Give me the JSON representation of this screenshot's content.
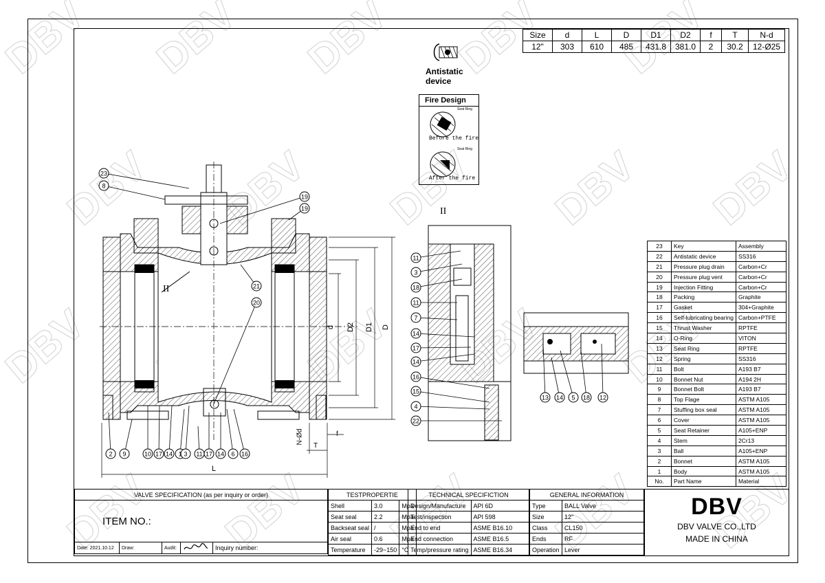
{
  "size_table": {
    "headers": [
      "Size",
      "d",
      "L",
      "D",
      "D1",
      "D2",
      "f",
      "T",
      "N-d"
    ],
    "values": [
      "12\"",
      "303",
      "610",
      "485",
      "431.8",
      "381.0",
      "2",
      "30.2",
      "12-Ø25"
    ]
  },
  "antistatic": {
    "label_line1": "Antistatic",
    "label_line2": "device"
  },
  "fire_design": {
    "title": "Fire Design",
    "seat_ring": "Seat Ring",
    "before": "Before the fire",
    "after": "After the fire"
  },
  "section_mark": "II",
  "dims": {
    "d": "d",
    "D2": "D2",
    "D1": "D1",
    "D": "D",
    "L": "L",
    "f": "f",
    "T": "T",
    "Nd": "N-Ød"
  },
  "bom": [
    {
      "no": "23",
      "name": "Key",
      "material": "Assembly"
    },
    {
      "no": "22",
      "name": "Antistatic device",
      "material": "SS316"
    },
    {
      "no": "21",
      "name": "Pressure plug drain",
      "material": "Carbon+Cr"
    },
    {
      "no": "20",
      "name": "Pressure plug vent",
      "material": "Carbon+Cr"
    },
    {
      "no": "19",
      "name": "Injection Fitting",
      "material": "Carbon+Cr"
    },
    {
      "no": "18",
      "name": "Packing",
      "material": "Graphite"
    },
    {
      "no": "17",
      "name": "Gasket",
      "material": "304+Graphite"
    },
    {
      "no": "16",
      "name": "Self-lubricating bearing",
      "material": "Carbon+PTFE"
    },
    {
      "no": "15",
      "name": "Thrust Washer",
      "material": "RPTFE"
    },
    {
      "no": "14",
      "name": "O-Ring",
      "material": "VITON"
    },
    {
      "no": "13",
      "name": "Seat Ring",
      "material": "RPTFE"
    },
    {
      "no": "12",
      "name": "Spring",
      "material": "SS316"
    },
    {
      "no": "11",
      "name": "Bolt",
      "material": "A193 B7"
    },
    {
      "no": "10",
      "name": "Bonnet Nut",
      "material": "A194 2H"
    },
    {
      "no": "9",
      "name": "Bonnet Bolt",
      "material": "A193 B7"
    },
    {
      "no": "8",
      "name": "Top Flage",
      "material": "ASTM A105"
    },
    {
      "no": "7",
      "name": "Stuffing box seal",
      "material": "ASTM A105"
    },
    {
      "no": "6",
      "name": "Cover",
      "material": "ASTM A105"
    },
    {
      "no": "5",
      "name": "Seat Retainer",
      "material": "A105+ENP"
    },
    {
      "no": "4",
      "name": "Stem",
      "material": "2Cr13"
    },
    {
      "no": "3",
      "name": "Ball",
      "material": "A105+ENP"
    },
    {
      "no": "2",
      "name": "Bonnet",
      "material": "ASTM A105"
    },
    {
      "no": "1",
      "name": "Body",
      "material": "ASTM A105"
    },
    {
      "no": "No.",
      "name": "Part Name",
      "material": "Material"
    }
  ],
  "title_block": {
    "valve_spec": "VALVE SPECIFICATION (as per inquiry or order)",
    "item_no": "ITEM NO.:",
    "date": "Date: 2021.10.12",
    "draw": "Draw:",
    "audit": "Audit:",
    "inquiry": "Inquiry number:",
    "test_header": "TESTPROPERTIE",
    "test_rows": [
      {
        "k": "Shell",
        "v": "3.0",
        "u": "Mpa"
      },
      {
        "k": "Seat seal",
        "v": "2.2",
        "u": "Mpa"
      },
      {
        "k": "Backseat seal",
        "v": "/",
        "u": "Mpa"
      },
      {
        "k": "Air seal",
        "v": "0.6",
        "u": "Mpa"
      },
      {
        "k": "Temperature",
        "v": "-29~150",
        "u": "°C"
      }
    ],
    "tech_header": "TECHNICAL SPECIFICTION",
    "tech_rows": [
      {
        "k": "Design/Manufacture",
        "v": "API 6D"
      },
      {
        "k": "Test/inspection",
        "v": "API 598"
      },
      {
        "k": "End to end",
        "v": "ASME B16.10"
      },
      {
        "k": "End connection",
        "v": "ASME B16.5"
      },
      {
        "k": "Temp/pressure rating",
        "v": "ASME B16.34"
      }
    ],
    "gen_header": "GENERAL INFORMATION",
    "gen_rows": [
      {
        "k": "Type",
        "v": "BALL Valve"
      },
      {
        "k": "Size",
        "v": "12''"
      },
      {
        "k": "Class",
        "v": "CL150"
      },
      {
        "k": "Ends",
        "v": "RF"
      },
      {
        "k": "Operation",
        "v": "Lever"
      }
    ],
    "logo": "DBV",
    "company": "DBV VALVE  CO.,LTD",
    "made_in": "MADE IN CHINA"
  },
  "callouts_main": [
    "23",
    "8",
    "19",
    "19",
    "21",
    "20",
    "2",
    "9",
    "10",
    "17",
    "14",
    "1",
    "3",
    "11",
    "17",
    "14",
    "6",
    "16"
  ],
  "callouts_detail": [
    "11",
    "3",
    "18",
    "11",
    "7",
    "14",
    "17",
    "14",
    "16",
    "15",
    "4",
    "22"
  ],
  "callouts_seat": [
    "13",
    "14",
    "5",
    "18",
    "12"
  ],
  "watermark": "DBV"
}
